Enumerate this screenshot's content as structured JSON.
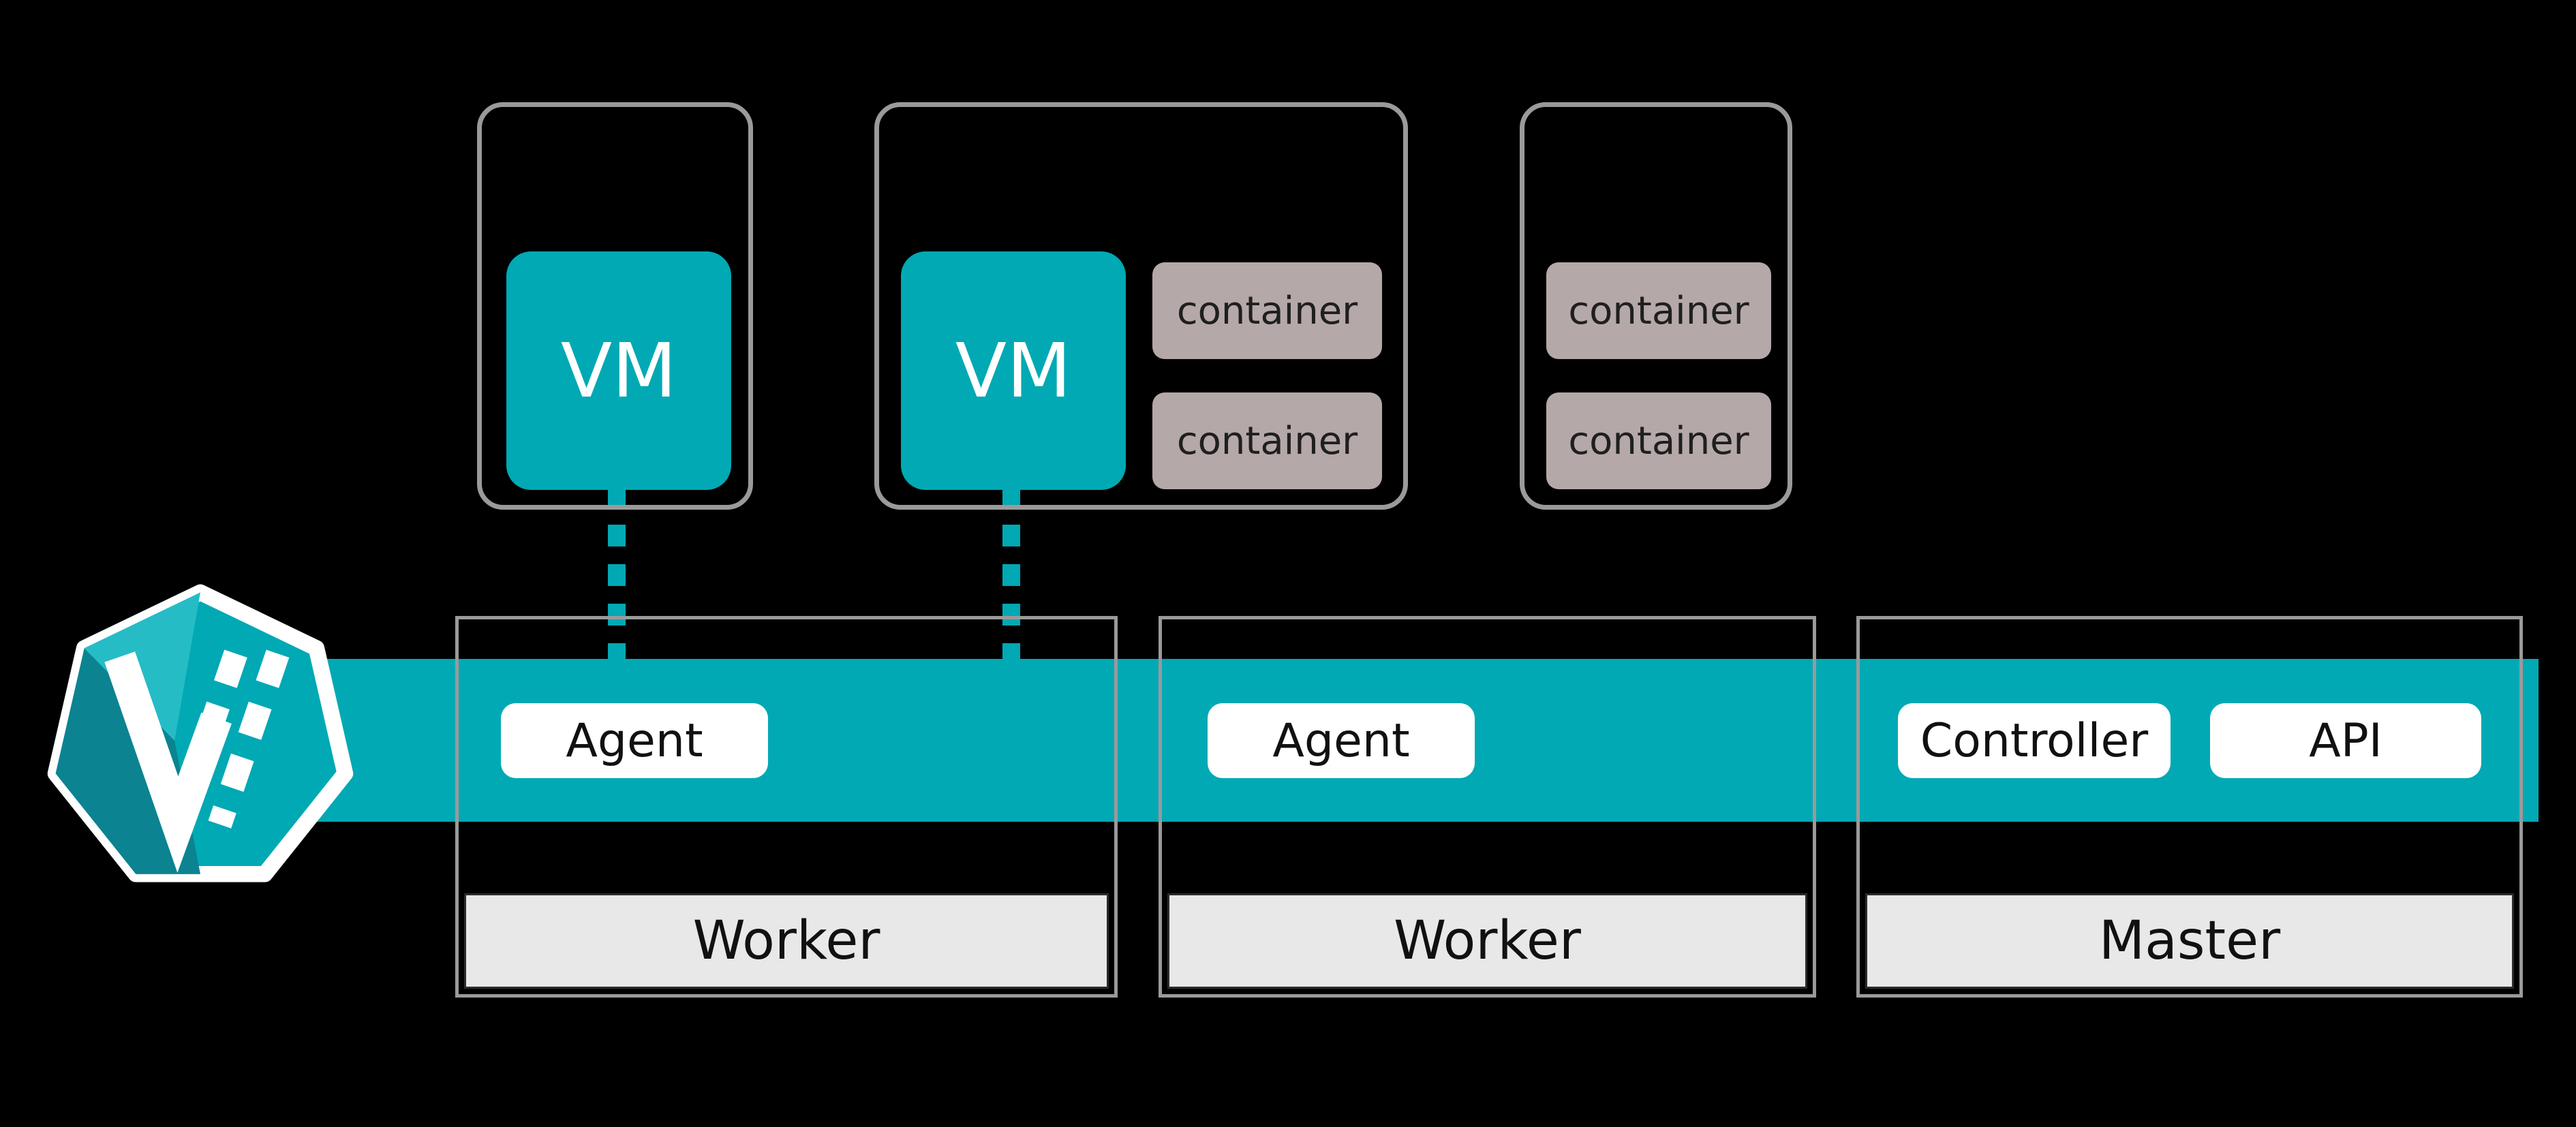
{
  "colors": {
    "background": "#000000",
    "teal": "#00a9b4",
    "teal_dark": "#0b8391",
    "teal_light": "#25bcc6",
    "container_fill": "#b5a8a8",
    "container_text": "#1f1f1f",
    "node_border": "#9a9a9a",
    "pod_border": "#9a9a9a",
    "role_bar_fill": "#e8e8e8",
    "pill_fill": "#ffffff",
    "text_dark": "#111111",
    "vm_text": "#ffffff"
  },
  "logo": {
    "name": "kubevirt-logo"
  },
  "pods": [
    {
      "vm_label": "VM"
    },
    {
      "vm_label": "VM",
      "containers": [
        "container",
        "container"
      ]
    },
    {
      "containers": [
        "container",
        "container"
      ]
    }
  ],
  "nodes": [
    {
      "services": [
        "Agent"
      ],
      "role": "Worker"
    },
    {
      "services": [
        "Agent"
      ],
      "role": "Worker"
    },
    {
      "services": [
        "Controller",
        "API"
      ],
      "role": "Master"
    }
  ]
}
